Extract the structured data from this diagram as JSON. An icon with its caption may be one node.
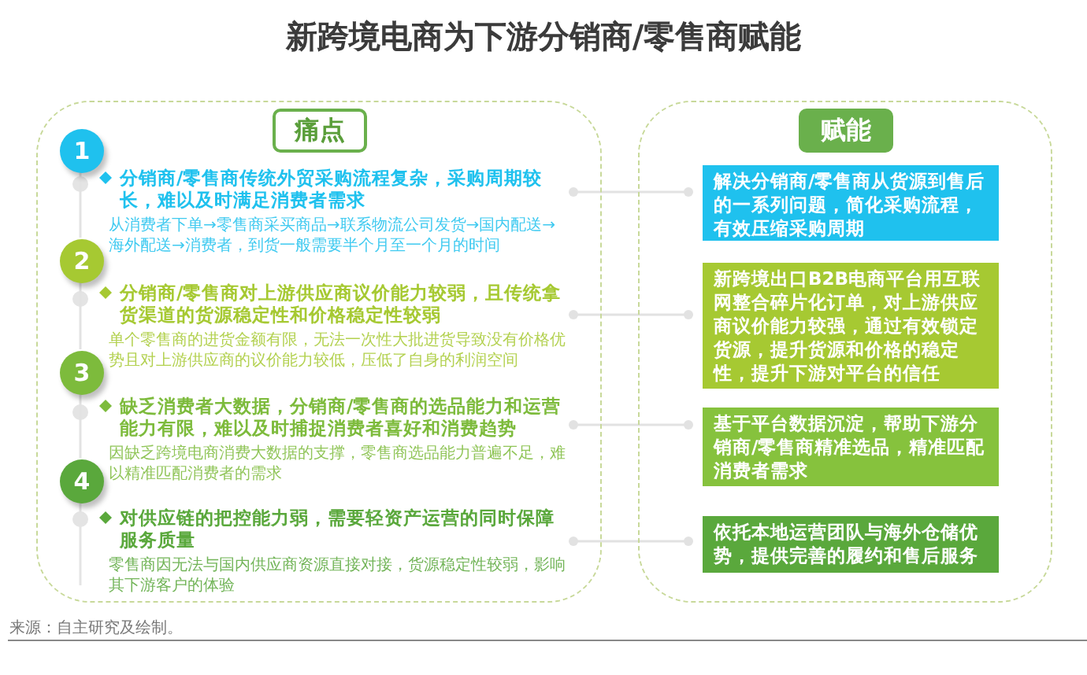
{
  "diagram": {
    "title": "新跨境电商为下游分销商/零售商赋能",
    "nodes": [
      {
        "text": [],
        "shape": "box"
      },
      {
        "text": [
          "痛点"
        ],
        "in": 0
      },
      {
        "text": [
          "1"
        ],
        "in": 0
      },
      {
        "text": [
          "分销商/零售商传统外贸采购流程复杂，采购周期较长，难以及时满足消费者需求",
          "从消费者下单→零售商采买商品→联系物流公司发货→国内配送→海外配送→消费者，到货一般需要半个月至一个月的时间"
        ],
        "in": 0
      },
      {
        "text": [
          "2"
        ],
        "in": 0
      },
      {
        "text": [
          "分销商/零售商对上游供应商议价能力较弱，且传统拿货渠道的货源稳定性和价格稳定性较弱",
          "单个零售商的进货金额有限，无法一次性大批进货导致没有价格优势且对上游供应商的议价能力较低，压低了自身的利润空间"
        ],
        "in": 0
      },
      {
        "text": [
          "3"
        ],
        "in": 0
      },
      {
        "text": [
          "缺乏消费者大数据，分销商/零售商的选品能力和运营能力有限，难以及时捕捉消费者喜好和消费趋势",
          "因缺乏跨境电商消费大数据的支撑，零售商选品能力普遍不足，难以精准匹配消费者的需求"
        ],
        "in": 0
      },
      {
        "text": [
          "4"
        ],
        "in": 0
      },
      {
        "text": [
          "对供应链的把控能力弱，需要轻资产运营的同时保障服务质量",
          "零售商因无法与国内供应商资源直接对接，货源稳定性较弱，影响其下游客户的体验"
        ],
        "in": 0
      },
      {
        "text": [],
        "shape": "box"
      },
      {
        "text": [
          "赋能"
        ],
        "in": 10
      },
      {
        "text": [
          "解决分销商/零售商从货源到售后的一系列问题，简化采购流程，有效压缩采购周期"
        ],
        "in": 10
      },
      {
        "text": [
          "新跨境出口B2B电商平台用互联网整合碎片化订单，对上游供应商议价能力较强，通过有效锁定货源，提升货源和价格的稳定性，提升下游对平台的信任"
        ],
        "in": 10
      },
      {
        "text": [
          "基于平台数据沉淀，帮助下游分销商/零售商精准选品，精准匹配消费者需求"
        ],
        "in": 10
      },
      {
        "text": [
          "依托本地运营团队与海外仓储优势，提供完善的履约和售后服务"
        ],
        "in": 10
      }
    ],
    "edges": [
      {
        "from": 2,
        "to": 4,
        "arrow": "none"
      },
      {
        "from": 4,
        "to": 6,
        "arrow": "none"
      },
      {
        "from": 6,
        "to": 8,
        "arrow": "none"
      },
      {
        "from": 3,
        "to": 12,
        "arrow": "other"
      },
      {
        "from": 5,
        "to": 13,
        "arrow": "other"
      },
      {
        "from": 7,
        "to": 14,
        "arrow": "other"
      },
      {
        "from": 9,
        "to": 15,
        "arrow": "other"
      }
    ],
    "labels": [
      "来源：自主研究及绘制。"
    ]
  }
}
